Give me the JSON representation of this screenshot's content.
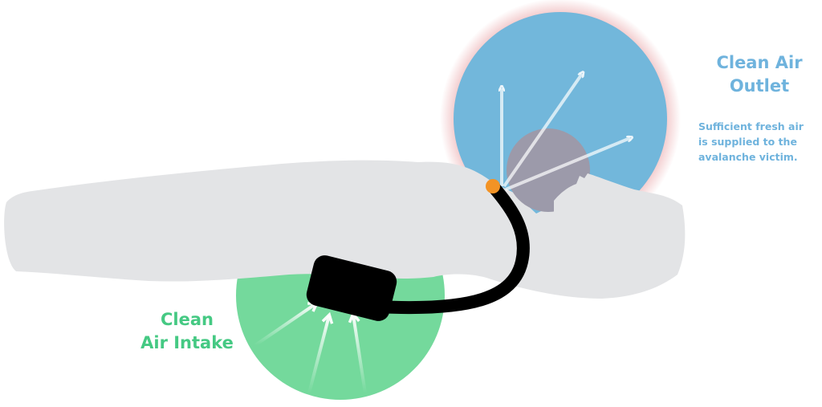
{
  "outlet": {
    "title_line1": "Clean Air",
    "title_line2": "Outlet",
    "desc_line1": "Sufficient fresh air",
    "desc_line2": "is supplied to the",
    "desc_line3": "avalanche victim."
  },
  "intake": {
    "title_line1": "Clean",
    "title_line2": "Air Intake"
  },
  "colors": {
    "snow": "#e3e4e6",
    "outlet_zone": "#72b7db",
    "outlet_glow": "#e9a3a6",
    "intake_zone": "#74d99c",
    "victim_head": "#9c9aaa",
    "device": "#000000",
    "mouthpiece": "#f39325",
    "outlet_text": "#6fb3dd",
    "intake_text": "#45c983",
    "arrow": "#ffffff"
  }
}
